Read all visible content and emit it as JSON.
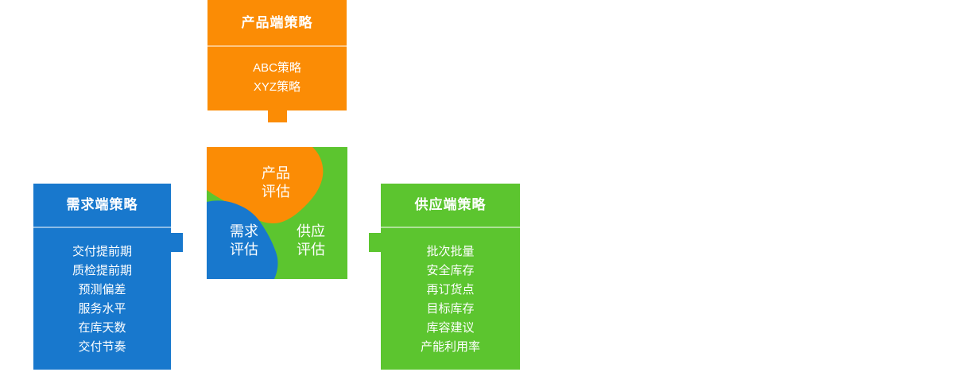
{
  "colors": {
    "orange": "#fb8c05",
    "blue": "#1878cd",
    "green": "#5cc52f",
    "divider": "rgba(255,255,255,0.5)",
    "text": "#ffffff",
    "bg": "#ffffff"
  },
  "product_panel": {
    "title": "产品端策略",
    "items": [
      "ABC策略",
      "XYZ策略"
    ]
  },
  "demand_panel": {
    "title": "需求端策略",
    "items": [
      "交付提前期",
      "质检提前期",
      "预测偏差",
      "服务水平",
      "在库天数",
      "交付节奏"
    ]
  },
  "supply_panel": {
    "title": "供应端策略",
    "items": [
      "批次批量",
      "安全库存",
      "再订货点",
      "目标库存",
      "库容建议",
      "产能利用率"
    ]
  },
  "venn": {
    "product_label": [
      "产品",
      "评估"
    ],
    "demand_label": [
      "需求",
      "评估"
    ],
    "supply_label": [
      "供应",
      "评估"
    ]
  }
}
